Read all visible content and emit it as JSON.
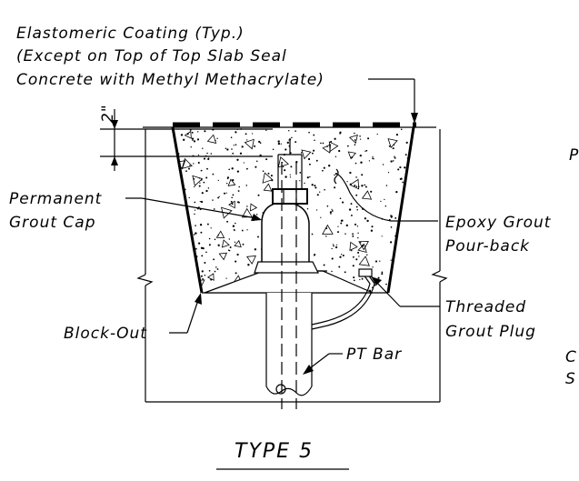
{
  "labels": {
    "coating_line1": "Elastomeric Coating (Typ.)",
    "coating_line2": "(Except on Top of Top Slab Seal",
    "coating_line3": "Concrete with Methyl Methacrylate)",
    "dimension": "2\"",
    "grout_cap_line1": "Permanent",
    "grout_cap_line2": "Grout Cap",
    "epoxy_line1": "Epoxy Grout",
    "epoxy_line2": "Pour-back",
    "plug_line1": "Threaded",
    "plug_line2": "Grout Plug",
    "blockout": "Block-Out",
    "pt_bar": "PT Bar",
    "title": "TYPE 5",
    "edge_cut_1": "P",
    "edge_cut_2": "C",
    "edge_cut_3": "S"
  }
}
